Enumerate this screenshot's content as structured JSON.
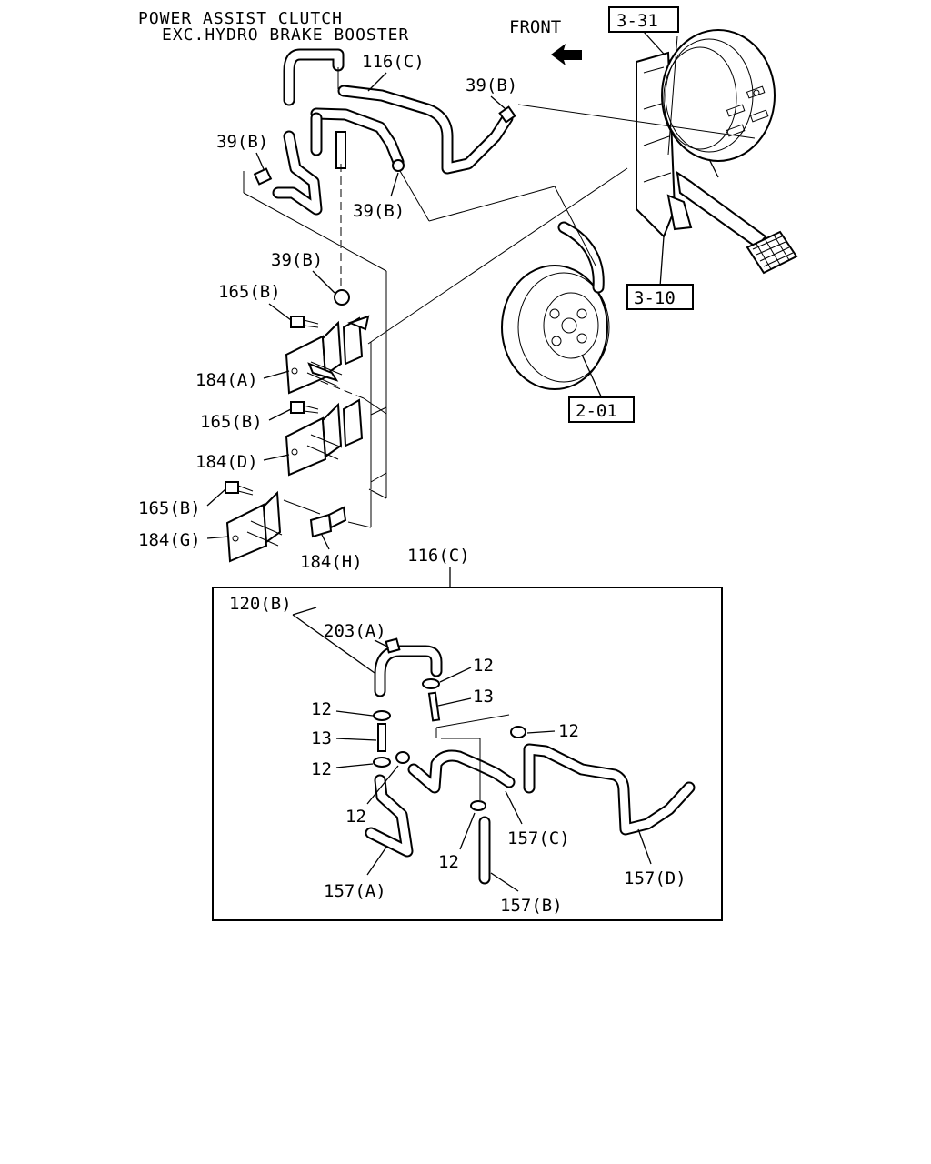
{
  "title": {
    "line1": "POWER ASSIST CLUTCH",
    "line2": "EXC.HYDRO BRAKE BOOSTER"
  },
  "direction": {
    "label": "FRONT",
    "icon": "front-arrow-icon"
  },
  "reference_boxes": {
    "ref_3_31": "3-31",
    "ref_3_10": "3-10",
    "ref_2_01": "2-01"
  },
  "upper_labels": {
    "l116c_top": "116(C)",
    "l39b_1": "39(B)",
    "l39b_2": "39(B)",
    "l39b_3": "39(B)",
    "l39b_4": "39(B)",
    "l165b_1": "165(B)",
    "l165b_2": "165(B)",
    "l165b_3": "165(B)",
    "l184a": "184(A)",
    "l184d": "184(D)",
    "l184g": "184(G)",
    "l184h": "184(H)"
  },
  "detail": {
    "header": "116(C)",
    "labels": {
      "l120b": "120(B)",
      "l203a": "203(A)",
      "l12_a": "12",
      "l13_a": "13",
      "l12_b": "12",
      "l13_b": "13",
      "l12_c": "12",
      "l12_d": "12",
      "l12_e": "12",
      "l12_f": "12",
      "l157a": "157(A)",
      "l157b": "157(B)",
      "l157c": "157(C)",
      "l157d": "157(D)"
    }
  }
}
